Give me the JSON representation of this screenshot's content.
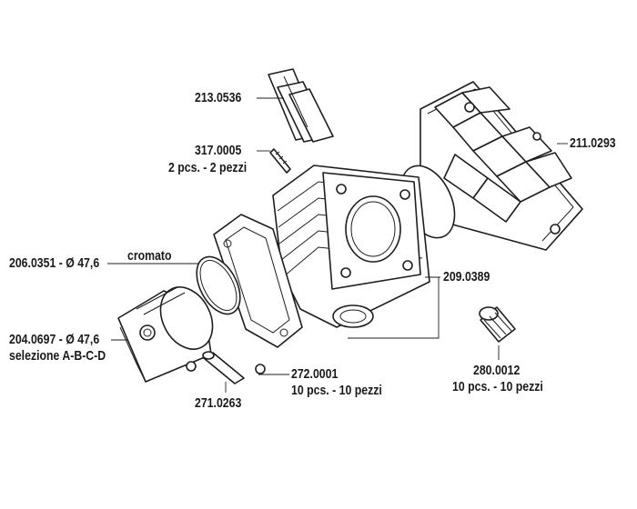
{
  "labels": {
    "reed_valve": "213.0536",
    "stud": "317.0005",
    "stud_qty": "2 pcs. - 2 pezzi",
    "head": "211.0293",
    "cylinder": "209.0389",
    "ring_note": "cromato",
    "ring": "206.0351 - Ø 47,6",
    "piston": "204.0697 - Ø 47,6",
    "piston_sel": "selezione A-B-C-D",
    "circlip": "272.0001",
    "circlip_qty": "10 pcs. - 10 pezzi",
    "pin": "271.0263",
    "bearing": "280.0012",
    "bearing_qty": "10 pcs. - 10 pezzi"
  }
}
